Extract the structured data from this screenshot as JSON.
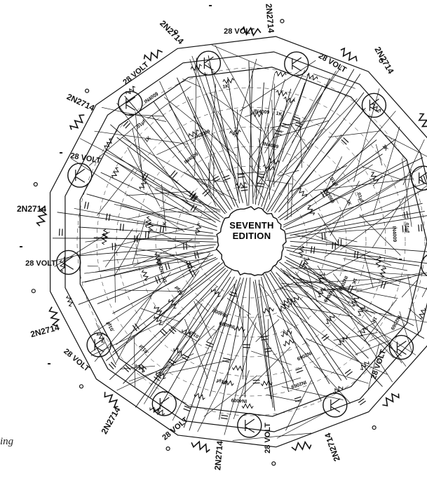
{
  "cover": {
    "center_line1": "SEVENTH",
    "center_line2": "EDITION",
    "margin_fragment": "ing"
  },
  "transistor_label": "2N2714",
  "voltage_label": "28 VOLT",
  "resistor_label": "1K",
  "diode_label": "IN4009",
  "diode_label_alt": "IN2069",
  "capacitor_label": ".01µf",
  "minus_sign": "-",
  "colors": {
    "ink": "#111111",
    "paper": "#ffffff"
  }
}
